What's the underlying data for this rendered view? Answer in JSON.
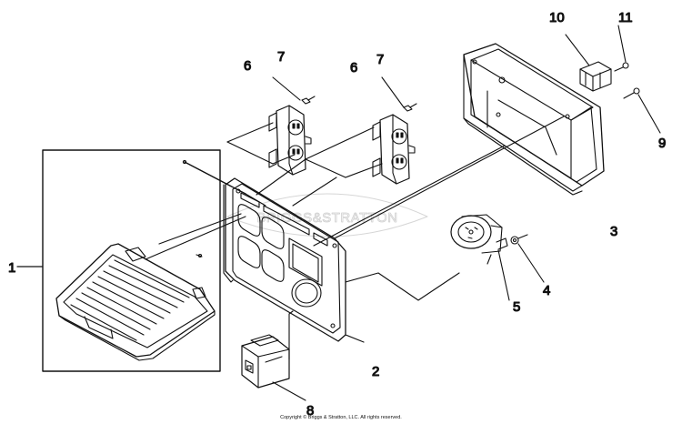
{
  "diagram": {
    "watermark": "BRIGGS&STRATTON",
    "callouts": [
      {
        "id": "1",
        "label": "1"
      },
      {
        "id": "2",
        "label": "2"
      },
      {
        "id": "3",
        "label": "3"
      },
      {
        "id": "4",
        "label": "4"
      },
      {
        "id": "5",
        "label": "5"
      },
      {
        "id": "6a",
        "label": "6"
      },
      {
        "id": "7a",
        "label": "7"
      },
      {
        "id": "6b",
        "label": "6"
      },
      {
        "id": "7b",
        "label": "7"
      },
      {
        "id": "8",
        "label": "8"
      },
      {
        "id": "9",
        "label": "9"
      },
      {
        "id": "10",
        "label": "10"
      },
      {
        "id": "11",
        "label": "11"
      }
    ],
    "copyright": "Copyright © Briggs & Stratton, LLC. All rights reserved."
  }
}
